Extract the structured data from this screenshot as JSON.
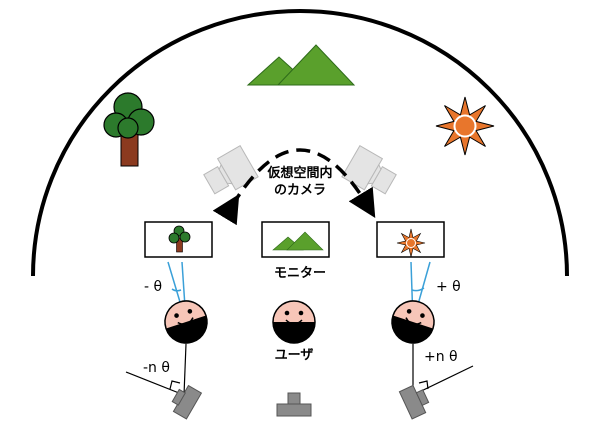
{
  "labels": {
    "camera_line1": "仮想空間内",
    "camera_line2": "のカメラ",
    "monitor": "モニター",
    "user": "ユーザ",
    "angle_left": "- θ",
    "angle_right": "+ θ",
    "angle_left_n": "-n θ",
    "angle_right_n": "+n θ"
  },
  "icons": {
    "mountain": "mountain-icon",
    "tree": "tree-icon",
    "sun": "sun-icon",
    "camera": "virtual-camera-icon",
    "face": "user-face-icon",
    "physical_camera": "physical-camera-icon"
  },
  "colors": {
    "mountain_green": "#5aa02c",
    "tree_green": "#2c7a2c",
    "tree_trunk": "#8b3a1f",
    "sun_orange": "#e8762c",
    "face_skin": "#f7c6b8",
    "sight_line": "#3aa0d8",
    "camera_grey": "#e4e4e4",
    "device_grey": "#8a8a8a"
  }
}
